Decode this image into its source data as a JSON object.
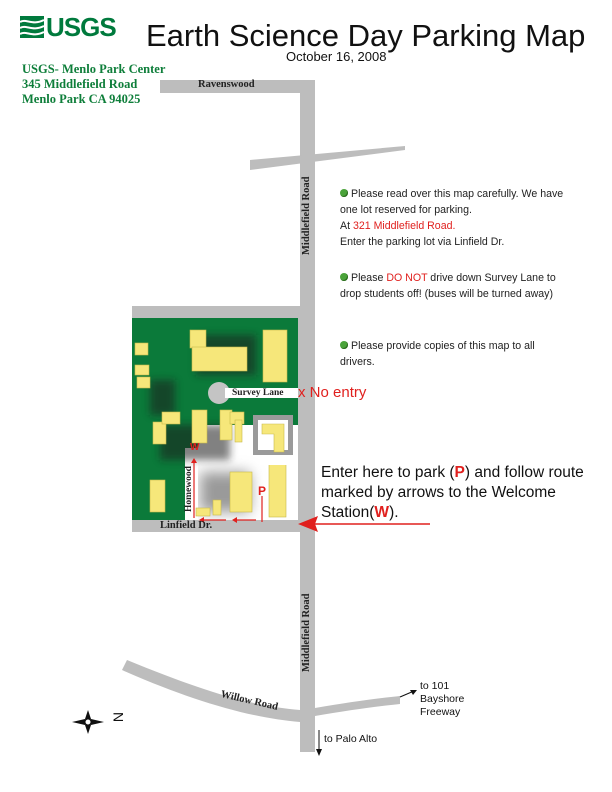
{
  "header": {
    "logo": "USGS",
    "title": "Earth Science Day Parking Map",
    "date": "October 16, 2008"
  },
  "address": {
    "line1": "USGS- Menlo Park Center",
    "line2": "345 Middlefield Road",
    "line3": "Menlo Park CA 94025"
  },
  "roads": {
    "ravenswood": "Ravenswood",
    "middlefield_upper": "Middlefield  Road",
    "middlefield_lower": "Middlefield  Road",
    "survey_lane": "Survey Lane",
    "homewood": "Homewood",
    "linfield": "Linfield Dr.",
    "willow": "Willow Road"
  },
  "notes": {
    "note1_part1": "Please read over this map carefully.  We have  one lot reserved for parking.",
    "note1_part2": "At ",
    "note1_red": "321 Middlefield Road.",
    "note1_part3": "Enter the parking lot via Linfield Dr.",
    "note2_part1": "Please ",
    "note2_red": "DO NOT",
    "note2_part2": " drive down Survey Lane to drop students off!  (buses will be turned away)",
    "note3": "Please provide copies of this map to all drivers."
  },
  "no_entry": "x No entry",
  "enter": {
    "part1": "Enter here to park (",
    "p_marker": "P",
    "part2": ") and follow route marked by arrows to the Welcome Station(",
    "w_marker": "W",
    "part3": ")."
  },
  "map_markers": {
    "p": "P",
    "w": "W",
    "north": "N"
  },
  "directions": {
    "to_101_line1": "to 101",
    "to_101_line2": "Bayshore",
    "to_101_line3": "Freeway",
    "to_palo_alto": "to Palo Alto"
  },
  "colors": {
    "campus_green": "#0b7a3a",
    "building_yellow": "#f6e77a",
    "road_gray": "#bdbdbd",
    "accent_red": "#e0201e"
  }
}
